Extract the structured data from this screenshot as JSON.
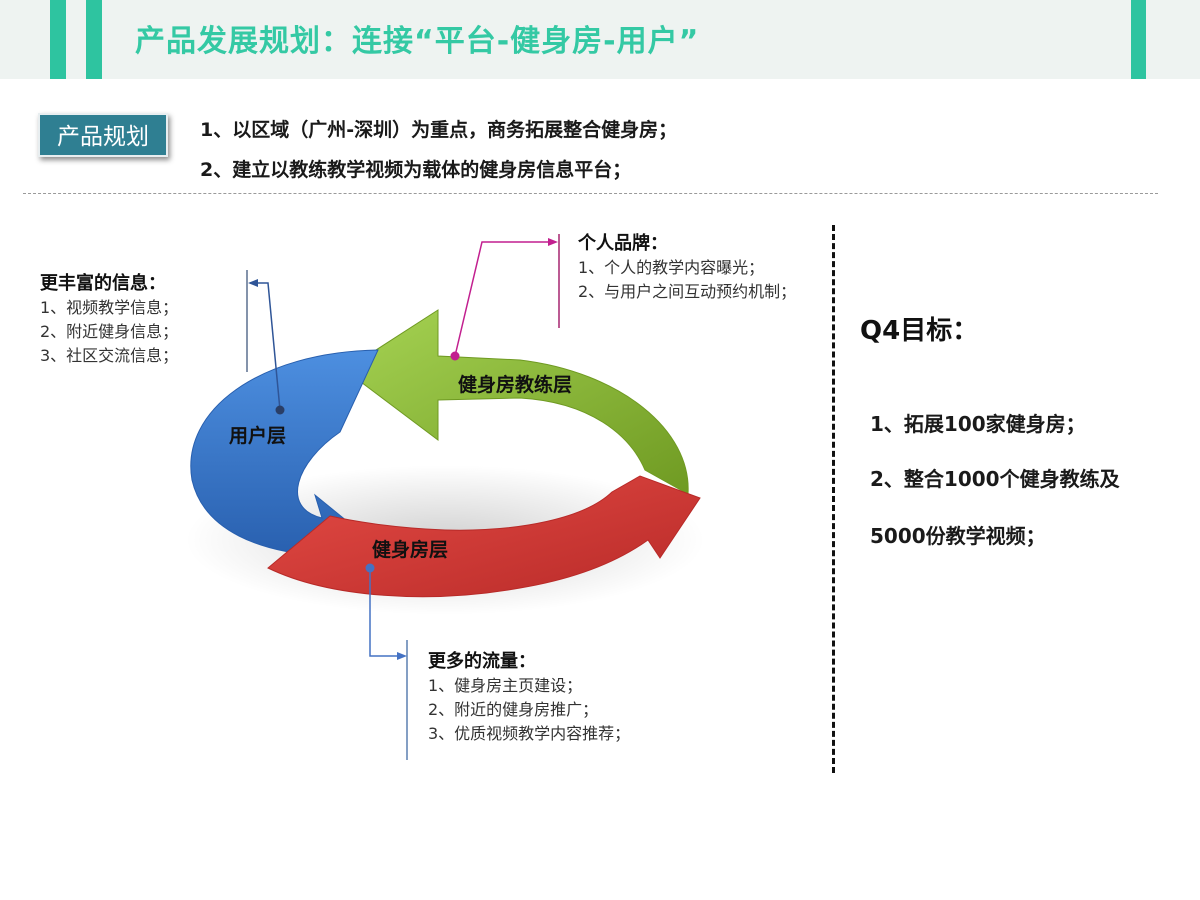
{
  "header": {
    "title": "产品发展规划：连接“平台-健身房-用户”",
    "accent_color": "#2ec4a0",
    "title_color": "#34c9a4"
  },
  "plan": {
    "badge": "产品规划",
    "items": [
      "1、以区域（广州-深圳）为重点，商务拓展整合健身房；",
      "2、建立以教练教学视频为载体的健身房信息平台；"
    ]
  },
  "cycle": {
    "layers": {
      "coach": "健身房教练层",
      "user": "用户层",
      "gym": "健身房层"
    },
    "colors": {
      "coach": "#8ab833",
      "user": "#3a78c8",
      "gym": "#d73a35"
    }
  },
  "callouts": {
    "info": {
      "head": "更丰富的信息：",
      "items": [
        "1、视频教学信息；",
        "2、附近健身信息；",
        "3、社区交流信息；"
      ]
    },
    "brand": {
      "head": "个人品牌：",
      "items": [
        "1、个人的教学内容曝光；",
        "2、与用户之间互动预约机制；"
      ]
    },
    "traffic": {
      "head": "更多的流量：",
      "items": [
        "1、健身房主页建设；",
        "2、附近的健身房推广；",
        "3、优质视频教学内容推荐；"
      ]
    }
  },
  "q4": {
    "title": "Q4目标：",
    "items": [
      "1、拓展100家健身房；",
      "2、整合1000个健身教练及",
      "5000份教学视频；"
    ]
  }
}
